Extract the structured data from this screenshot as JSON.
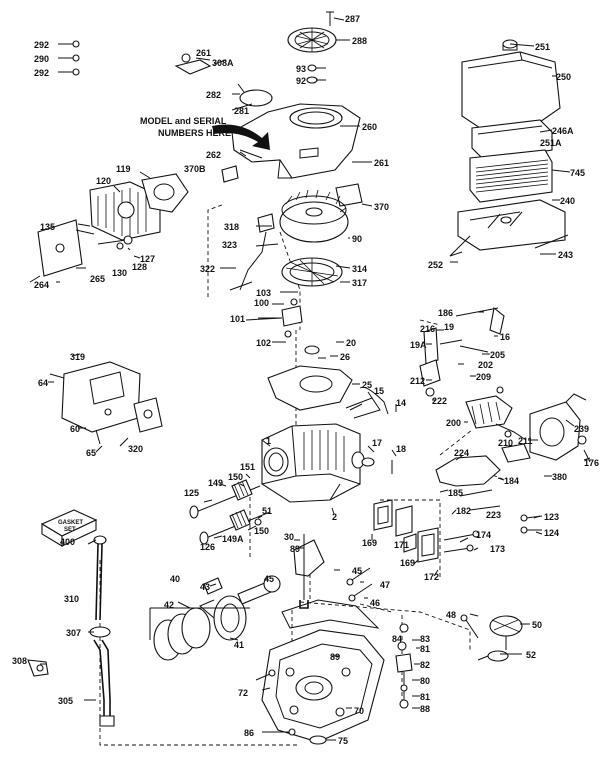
{
  "callout": {
    "line1": "MODEL and SERIAL",
    "line2": "NUMBERS HERE"
  },
  "gasket_box": {
    "line1": "GASKET",
    "line2": "SET"
  },
  "labels": [
    {
      "id": "287",
      "text": "287"
    },
    {
      "id": "288",
      "text": "288"
    },
    {
      "id": "251a",
      "text": "251"
    },
    {
      "id": "250",
      "text": "250"
    },
    {
      "id": "261a",
      "text": "261"
    },
    {
      "id": "308A",
      "text": "308A"
    },
    {
      "id": "93",
      "text": "93"
    },
    {
      "id": "92",
      "text": "92"
    },
    {
      "id": "292a",
      "text": "292"
    },
    {
      "id": "290",
      "text": "290"
    },
    {
      "id": "292b",
      "text": "292"
    },
    {
      "id": "282",
      "text": "282"
    },
    {
      "id": "281",
      "text": "281"
    },
    {
      "id": "260",
      "text": "260"
    },
    {
      "id": "246A",
      "text": "246A"
    },
    {
      "id": "251A",
      "text": "251A"
    },
    {
      "id": "262",
      "text": "262"
    },
    {
      "id": "370B",
      "text": "370B"
    },
    {
      "id": "261b",
      "text": "261"
    },
    {
      "id": "745",
      "text": "745"
    },
    {
      "id": "119",
      "text": "119"
    },
    {
      "id": "120",
      "text": "120"
    },
    {
      "id": "240",
      "text": "240"
    },
    {
      "id": "370",
      "text": "370"
    },
    {
      "id": "318",
      "text": "318"
    },
    {
      "id": "135",
      "text": "135"
    },
    {
      "id": "323",
      "text": "323"
    },
    {
      "id": "90",
      "text": "90"
    },
    {
      "id": "127",
      "text": "127"
    },
    {
      "id": "128",
      "text": "128"
    },
    {
      "id": "130",
      "text": "130"
    },
    {
      "id": "265",
      "text": "265"
    },
    {
      "id": "264",
      "text": "264"
    },
    {
      "id": "322",
      "text": "322"
    },
    {
      "id": "314",
      "text": "314"
    },
    {
      "id": "317",
      "text": "317"
    },
    {
      "id": "252",
      "text": "252"
    },
    {
      "id": "243",
      "text": "243"
    },
    {
      "id": "103",
      "text": "103"
    },
    {
      "id": "100",
      "text": "100"
    },
    {
      "id": "101",
      "text": "101"
    },
    {
      "id": "186",
      "text": "186"
    },
    {
      "id": "216",
      "text": "216"
    },
    {
      "id": "19",
      "text": "19"
    },
    {
      "id": "16",
      "text": "16"
    },
    {
      "id": "102",
      "text": "102"
    },
    {
      "id": "20",
      "text": "20"
    },
    {
      "id": "26",
      "text": "26"
    },
    {
      "id": "19A",
      "text": "19A"
    },
    {
      "id": "205",
      "text": "205"
    },
    {
      "id": "319",
      "text": "319"
    },
    {
      "id": "202",
      "text": "202"
    },
    {
      "id": "212",
      "text": "212"
    },
    {
      "id": "209",
      "text": "209"
    },
    {
      "id": "64",
      "text": "64"
    },
    {
      "id": "25",
      "text": "25"
    },
    {
      "id": "15",
      "text": "15"
    },
    {
      "id": "222",
      "text": "222"
    },
    {
      "id": "14",
      "text": "14"
    },
    {
      "id": "200",
      "text": "200"
    },
    {
      "id": "60",
      "text": "60"
    },
    {
      "id": "239",
      "text": "239"
    },
    {
      "id": "1",
      "text": "1"
    },
    {
      "id": "17",
      "text": "17"
    },
    {
      "id": "210",
      "text": "210"
    },
    {
      "id": "211",
      "text": "211"
    },
    {
      "id": "65",
      "text": "65"
    },
    {
      "id": "320",
      "text": "320"
    },
    {
      "id": "18",
      "text": "18"
    },
    {
      "id": "224",
      "text": "224"
    },
    {
      "id": "176",
      "text": "176"
    },
    {
      "id": "151",
      "text": "151"
    },
    {
      "id": "380",
      "text": "380"
    },
    {
      "id": "150a",
      "text": "150"
    },
    {
      "id": "149",
      "text": "149"
    },
    {
      "id": "184",
      "text": "184"
    },
    {
      "id": "125",
      "text": "125"
    },
    {
      "id": "185",
      "text": "185"
    },
    {
      "id": "2",
      "text": "2"
    },
    {
      "id": "51",
      "text": "51"
    },
    {
      "id": "182",
      "text": "182"
    },
    {
      "id": "150b",
      "text": "150"
    },
    {
      "id": "223",
      "text": "223"
    },
    {
      "id": "123",
      "text": "123"
    },
    {
      "id": "149A",
      "text": "149A"
    },
    {
      "id": "126",
      "text": "126"
    },
    {
      "id": "124",
      "text": "124"
    },
    {
      "id": "30",
      "text": "30"
    },
    {
      "id": "169a",
      "text": "169"
    },
    {
      "id": "171",
      "text": "171"
    },
    {
      "id": "174",
      "text": "174"
    },
    {
      "id": "400",
      "text": "400"
    },
    {
      "id": "89a",
      "text": "89"
    },
    {
      "id": "173",
      "text": "173"
    },
    {
      "id": "169b",
      "text": "169"
    },
    {
      "id": "172",
      "text": "172"
    },
    {
      "id": "45a",
      "text": "45"
    },
    {
      "id": "40",
      "text": "40"
    },
    {
      "id": "43",
      "text": "43"
    },
    {
      "id": "45b",
      "text": "45"
    },
    {
      "id": "47",
      "text": "47"
    },
    {
      "id": "310",
      "text": "310"
    },
    {
      "id": "42",
      "text": "42"
    },
    {
      "id": "46",
      "text": "46"
    },
    {
      "id": "48",
      "text": "48"
    },
    {
      "id": "50",
      "text": "50"
    },
    {
      "id": "41",
      "text": "41"
    },
    {
      "id": "307",
      "text": "307"
    },
    {
      "id": "84",
      "text": "84"
    },
    {
      "id": "83",
      "text": "83"
    },
    {
      "id": "81a",
      "text": "81"
    },
    {
      "id": "89b",
      "text": "89"
    },
    {
      "id": "52",
      "text": "52"
    },
    {
      "id": "308",
      "text": "308"
    },
    {
      "id": "82",
      "text": "82"
    },
    {
      "id": "80",
      "text": "80"
    },
    {
      "id": "305",
      "text": "305"
    },
    {
      "id": "72",
      "text": "72"
    },
    {
      "id": "81b",
      "text": "81"
    },
    {
      "id": "70",
      "text": "70"
    },
    {
      "id": "88",
      "text": "88"
    },
    {
      "id": "86",
      "text": "86"
    },
    {
      "id": "75",
      "text": "75"
    }
  ]
}
